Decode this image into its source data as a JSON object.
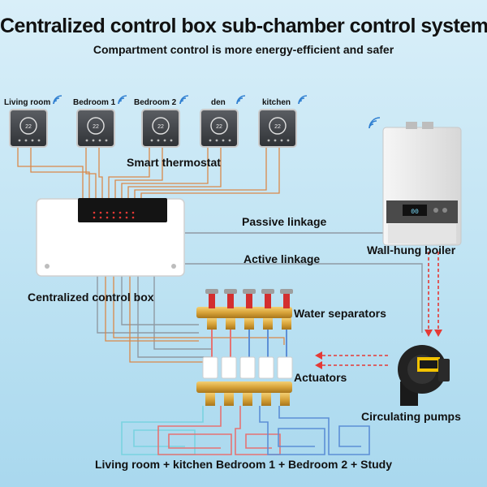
{
  "title": "Centralized control box sub-chamber control system",
  "subtitle": "Compartment control is more energy-efficient and safer",
  "rooms": [
    {
      "label": "Living room"
    },
    {
      "label": "Bedroom 1"
    },
    {
      "label": "Bedroom 2"
    },
    {
      "label": "den"
    },
    {
      "label": "kitchen"
    }
  ],
  "labels": {
    "smart_thermostat": "Smart thermostat",
    "passive_linkage": "Passive linkage",
    "wall_hung_boiler": "Wall-hung boiler",
    "active_linkage": "Active linkage",
    "control_box": "Centralized control box",
    "water_separators": "Water separators",
    "actuators": "Actuators",
    "circulating_pumps": "Circulating pumps"
  },
  "bottom_caption": "Living room + kitchen Bedroom 1 + Bedroom 2 + Study",
  "colors": {
    "wire_orange": "#d9894a",
    "wire_gray": "#8f9aa3",
    "flow_red": "#e53935",
    "brass": "#d8a43a",
    "valve_red": "#d32f2f",
    "loop_red": "#e57373",
    "loop_blue": "#5c8fd6",
    "loop_cyan": "#7ad3e0"
  },
  "icons": [
    "wifi-icon",
    "thermostat-icon",
    "boiler-icon",
    "pump-icon"
  ]
}
